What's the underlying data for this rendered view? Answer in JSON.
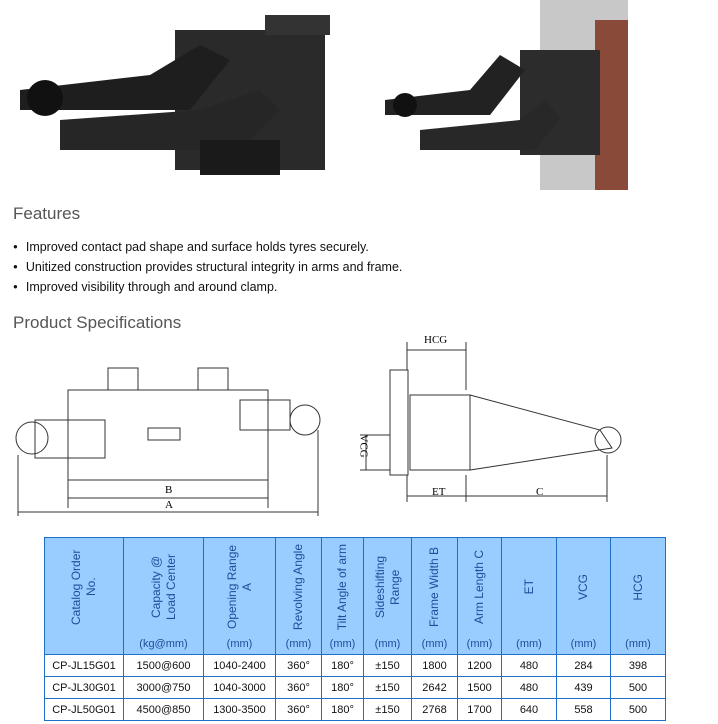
{
  "features": {
    "title": "Features",
    "items": [
      "Improved contact pad shape and surface holds tyres securely.",
      "Unitized construction provides structural integrity in arms and frame.",
      "Improved visibility through and around clamp."
    ]
  },
  "specs": {
    "title": "Product Specifications",
    "diagram_labels": {
      "a": "A",
      "b": "B",
      "c": "C",
      "et": "ET",
      "vcg": "VCG",
      "hcg": "HCG"
    },
    "columns": [
      {
        "label": "Catalog Order No.",
        "unit": ""
      },
      {
        "label": "Capacity @ Load Center",
        "unit": "(kg@mm)"
      },
      {
        "label": "Opening Range A",
        "unit": "(mm)"
      },
      {
        "label": "Revolving Angle",
        "unit": "(mm)"
      },
      {
        "label": "Tilt Angle of arm",
        "unit": "(mm)"
      },
      {
        "label": "Sideshifting Range",
        "unit": "(mm)"
      },
      {
        "label": "Frame Width B",
        "unit": "(mm)"
      },
      {
        "label": "Arm Length C",
        "unit": "(mm)"
      },
      {
        "label": "ET",
        "unit": "(mm)"
      },
      {
        "label": "VCG",
        "unit": "(mm)"
      },
      {
        "label": "HCG",
        "unit": "(mm)"
      }
    ],
    "rows": [
      [
        "CP-JL15G01",
        "1500@600",
        "1040-2400",
        "360°",
        "180°",
        "±150",
        "1800",
        "1200",
        "480",
        "284",
        "398"
      ],
      [
        "CP-JL30G01",
        "3000@750",
        "1040-3000",
        "360°",
        "180°",
        "±150",
        "2642",
        "1500",
        "480",
        "439",
        "500"
      ],
      [
        "CP-JL50G01",
        "4500@850",
        "1300-3500",
        "360°",
        "180°",
        "±150",
        "2768",
        "1700",
        "640",
        "558",
        "500"
      ]
    ]
  }
}
